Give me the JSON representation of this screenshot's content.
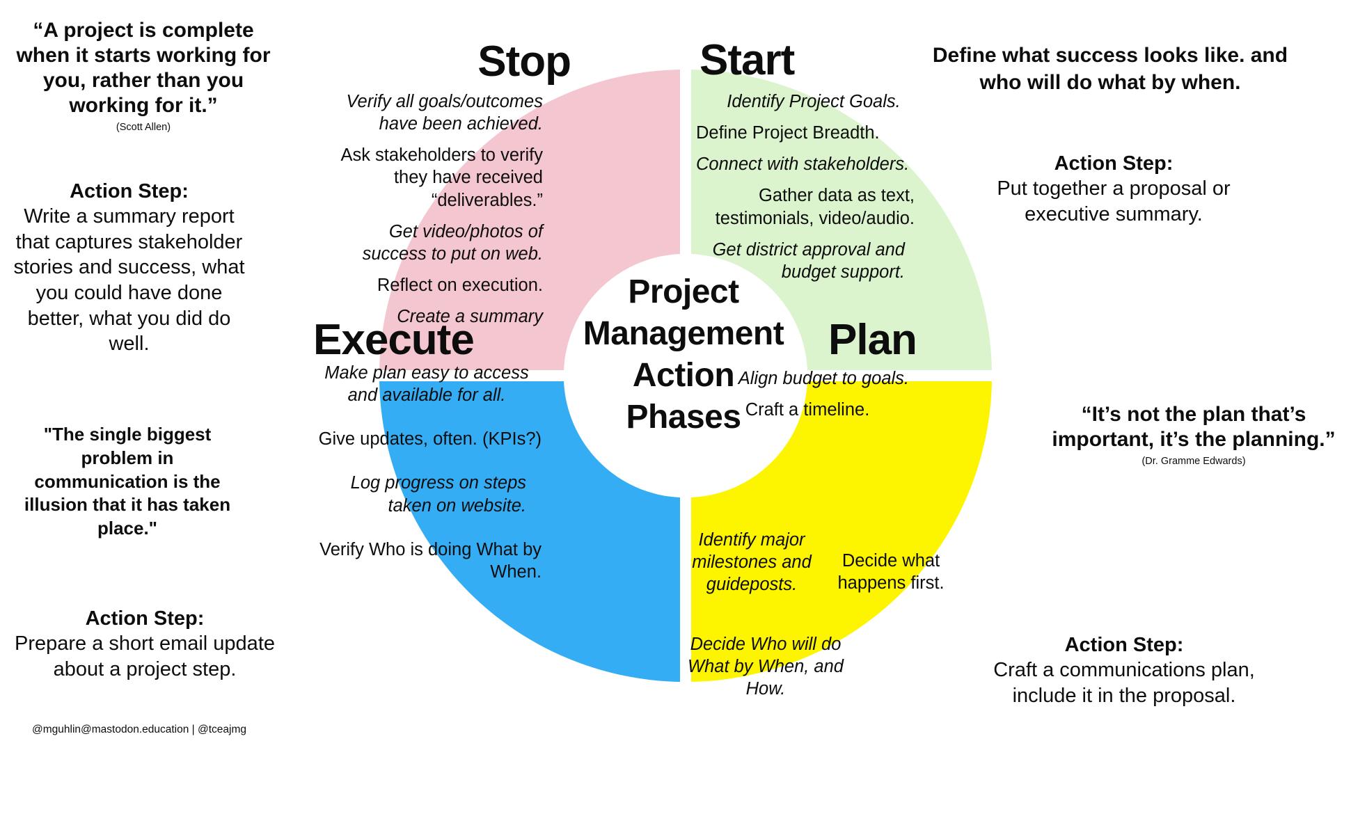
{
  "center": {
    "lines": [
      "Project",
      "Management",
      "Action",
      "Phases"
    ]
  },
  "colors": {
    "stop": "#f4c6d0",
    "start": "#dcf4cd",
    "execute": "#35adf5",
    "plan": "#fdf500",
    "background": "#ffffff",
    "text": "#0d0d0d"
  },
  "quadrants": {
    "stop": {
      "title": "Stop",
      "color": "#f4c6d0",
      "items": [
        {
          "text": "Verify all goals/outcomes have been achieved.",
          "italic": true
        },
        {
          "text": "Ask stakeholders to verify they have received “deliverables.”",
          "italic": false
        },
        {
          "text": "Get video/photos of success to put on web.",
          "italic": true
        },
        {
          "text": "Reflect on execution.",
          "italic": false
        },
        {
          "text": "Create a summary",
          "italic": true
        }
      ]
    },
    "start": {
      "title": "Start",
      "color": "#dcf4cd",
      "items": [
        {
          "text": "Identify Project Goals.",
          "italic": true
        },
        {
          "text": "Define Project Breadth.",
          "italic": false
        },
        {
          "text": "Connect with stakeholders.",
          "italic": true
        },
        {
          "text": "Gather data as text, testimonials, video/audio.",
          "italic": false
        },
        {
          "text": "Get district approval and budget support.",
          "italic": true
        }
      ]
    },
    "execute": {
      "title": "Execute",
      "color": "#35adf5",
      "items": [
        {
          "text": "Make plan easy to access and available for all.",
          "italic": true
        },
        {
          "text": "Give updates, often. (KPIs?)",
          "italic": false
        },
        {
          "text": "Log progress on steps taken on website.",
          "italic": true
        },
        {
          "text": "Verify Who is doing What by When.",
          "italic": false
        }
      ]
    },
    "plan": {
      "title": "Plan",
      "color": "#fdf500",
      "items": [
        {
          "text": "Align budget to goals.",
          "italic": true
        },
        {
          "text": "Craft a timeline.",
          "italic": false
        },
        {
          "text": "Identify major milestones and guideposts.",
          "italic": true
        },
        {
          "text": "Decide what happens first.",
          "italic": false
        },
        {
          "text": "Decide Who will do What by When, and How.",
          "italic": true
        }
      ]
    }
  },
  "left": {
    "quote_1": {
      "text": "“A project is complete when it starts working for you, rather than you working for it.”",
      "attribution": "(Scott Allen)"
    },
    "action_1": {
      "title": "Action Step:",
      "body": "Write a summary report that captures stakeholder stories and success, what you could have done better, what you did do well."
    },
    "quote_2": {
      "text": "\"The single biggest problem in communication is the illusion that it has taken place.\""
    },
    "action_2": {
      "title": "Action Step:",
      "body": "Prepare a short email update about a project step."
    },
    "handle": "@mguhlin@mastodon.education | @tceajmg"
  },
  "right": {
    "statement": "Define what success looks like. and who will do what by when.",
    "action_1": {
      "title": "Action Step:",
      "body": "Put together a proposal or executive summary."
    },
    "quote_2": {
      "text": "“It’s not the plan that’s important, it’s the planning.”",
      "attribution": "(Dr. Gramme Edwards)"
    },
    "action_2": {
      "title": "Action Step:",
      "body": "Craft a communications plan, include it in the proposal."
    }
  }
}
